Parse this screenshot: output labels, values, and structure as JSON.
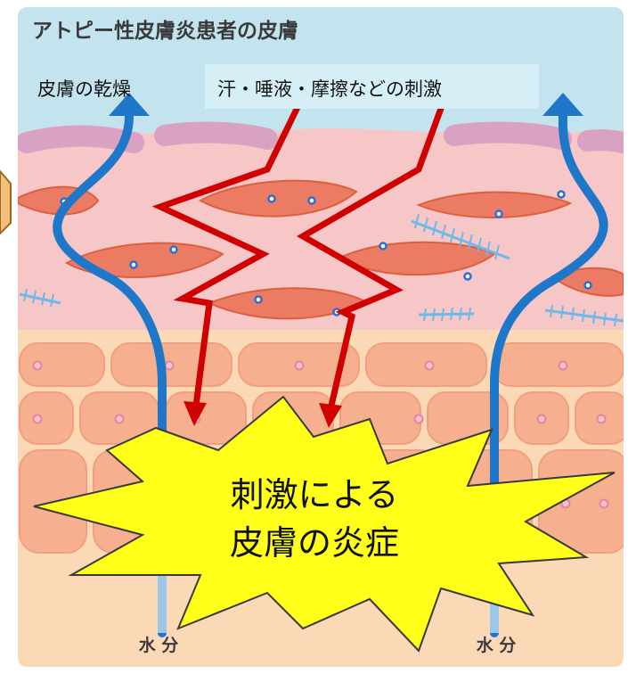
{
  "title": "アトピー性皮膚炎患者の皮膚",
  "labels": {
    "dryness": "皮膚の乾燥",
    "stimuli": "汗・唾液・摩擦などの刺激",
    "water_left": "水 分",
    "water_right": "水 分"
  },
  "callout": {
    "line1": "刺激による",
    "line2": "皮膚の炎症"
  },
  "colors": {
    "sky": "#c3e4ef",
    "dermis": "#f7c6c6",
    "membrane": "#d9a2c2",
    "fibroblast": "#ec7b63",
    "fiber": "#6fb8e8",
    "lower_layer": "#fbd9b6",
    "cell": "#f7b08f",
    "cell_border": "#f1a07e",
    "water_arrow": "#1e77c9",
    "stimulus_arrow": "#d10000",
    "burst_fill": "#ffff19",
    "burst_stroke": "#3a3a3a",
    "label_box": "#d6eef6"
  }
}
